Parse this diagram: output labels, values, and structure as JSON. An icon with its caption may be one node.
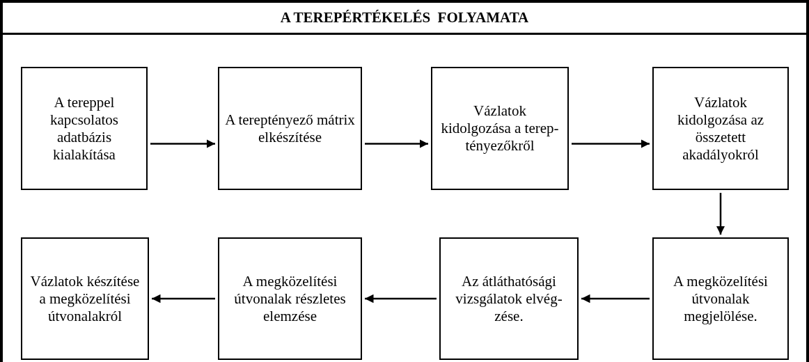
{
  "diagram": {
    "title": "A TEREPÉRTÉKELÉS  FOLYAMATA",
    "nodes": [
      {
        "text": [
          "A tereppel kapcsolatos adatbázis kialakítása"
        ]
      },
      {
        "text": [
          "A tereptényező mátrix elkészítése"
        ]
      },
      {
        "text": [
          "Vázlatok kidolgozása a terep- tényezőkről"
        ]
      },
      {
        "text": [
          "Vázlatok kidolgozása az összetett akadályokról"
        ]
      },
      {
        "text": [
          "A megközelítési útvonalak megjelölése."
        ]
      },
      {
        "text": [
          "Az átláthatósági vizsgálatok elvég- zése."
        ]
      },
      {
        "text": [
          "A megközelítési útvonalak részletes elemzése"
        ]
      },
      {
        "text": [
          "Vázlatok készítése a megközelítési útvonalakról"
        ]
      }
    ],
    "edges": [
      {
        "from": 0,
        "to": 1,
        "arrow": "to"
      },
      {
        "from": 1,
        "to": 2,
        "arrow": "to"
      },
      {
        "from": 2,
        "to": 3,
        "arrow": "to"
      },
      {
        "from": 3,
        "to": 4,
        "arrow": "to"
      },
      {
        "from": 4,
        "to": 5,
        "arrow": "to"
      },
      {
        "from": 5,
        "to": 6,
        "arrow": "to"
      },
      {
        "from": 6,
        "to": 7,
        "arrow": "to"
      }
    ]
  }
}
